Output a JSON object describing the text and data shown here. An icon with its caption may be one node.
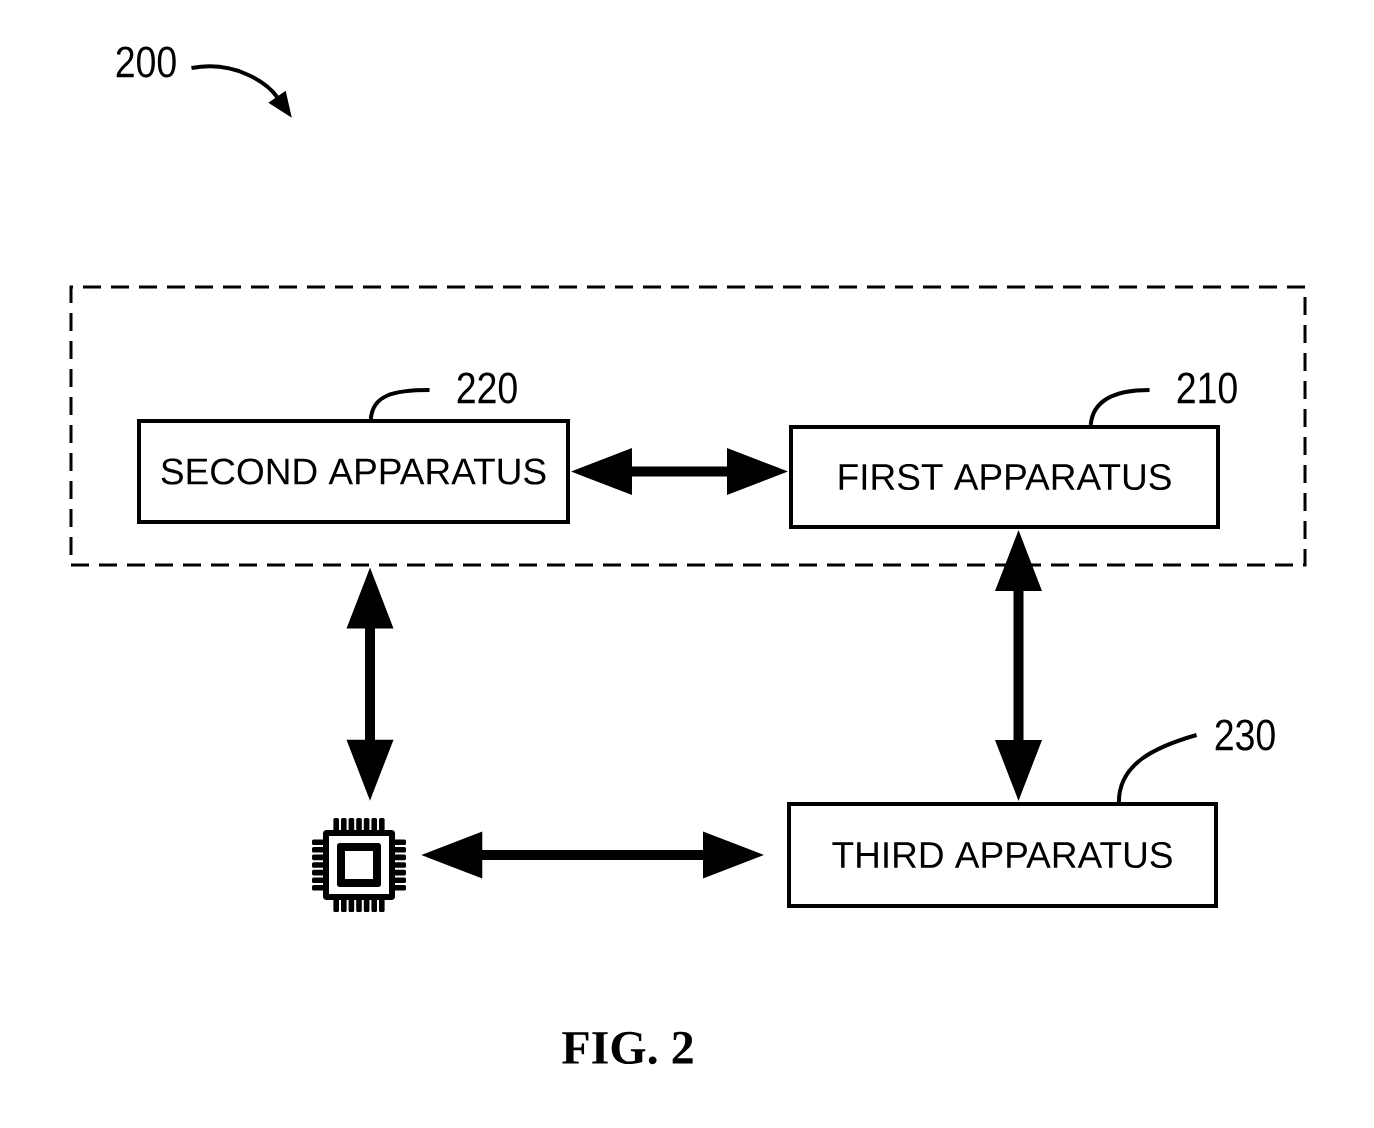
{
  "diagram": {
    "caption": "FIG. 2",
    "nodes": [
      {
        "text": [
          "200"
        ]
      },
      {
        "text": [],
        "shape": "box"
      },
      {
        "text": [
          "220"
        ],
        "in": 1
      },
      {
        "text": [
          "210"
        ],
        "in": 1
      },
      {
        "text": [
          "SECOND APPARATUS"
        ],
        "in": 1
      },
      {
        "text": [
          "FIRST APPARATUS"
        ],
        "in": 1
      },
      {
        "text": [
          "230"
        ]
      },
      {
        "text": [],
        "shape": "picture"
      },
      {
        "text": [
          "THIRD APPARATUS"
        ]
      }
    ],
    "edges": [
      {
        "from": 0,
        "to": null,
        "arrow": "to"
      },
      {
        "from": 2,
        "to": 4,
        "arrow": "none"
      },
      {
        "from": 3,
        "to": 5,
        "arrow": "none"
      },
      {
        "from": 4,
        "to": 5,
        "arrow": "both",
        "style": "thick"
      },
      {
        "from": 1,
        "to": 7,
        "arrow": "both",
        "style": "thick"
      },
      {
        "from": 5,
        "to": 8,
        "arrow": "both",
        "style": "thick"
      },
      {
        "from": 7,
        "to": 8,
        "arrow": "both",
        "style": "thick"
      },
      {
        "from": 6,
        "to": 8,
        "arrow": "none"
      }
    ]
  }
}
